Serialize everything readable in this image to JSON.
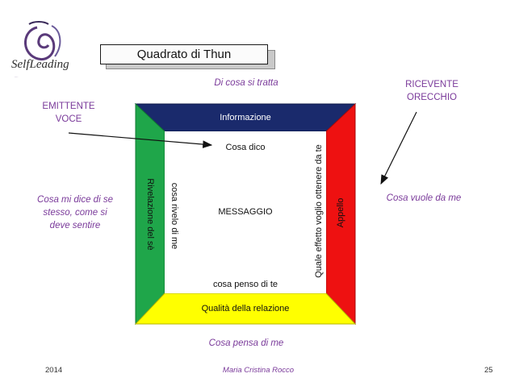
{
  "logo": {
    "name": "SelfLeading",
    "tagline": "...."
  },
  "title": "Quadrato di Thun",
  "sides": {
    "top": "Informazione",
    "bottom": "Qualità della relazione",
    "left": "Rivelazione del sè",
    "right": "Appello"
  },
  "inner": {
    "top": "Cosa dico",
    "bottom": "cosa penso di te",
    "left": "cosa rivelo di me",
    "right": "Quale effetto voglio ottenere da te",
    "center": "MESSAGGIO"
  },
  "annotations": {
    "top": "Di cosa si tratta",
    "bottom": "Cosa pensa di me",
    "left": [
      "Cosa mi dice di se",
      "stesso, come si",
      "deve sentire"
    ],
    "right": "Cosa vuole da me",
    "sender": [
      "EMITTENTE",
      "VOCE"
    ],
    "receiver": [
      "RICEVENTE",
      "ORECCHIO"
    ]
  },
  "footer": {
    "year": "2014",
    "author": "Maria Cristina Rocco",
    "page": "25"
  },
  "colors": {
    "top": "#1a2a6c",
    "bottom": "#ffff00",
    "left": "#1fa64a",
    "right": "#ee1111",
    "text_purple": "#7a3a9a"
  }
}
